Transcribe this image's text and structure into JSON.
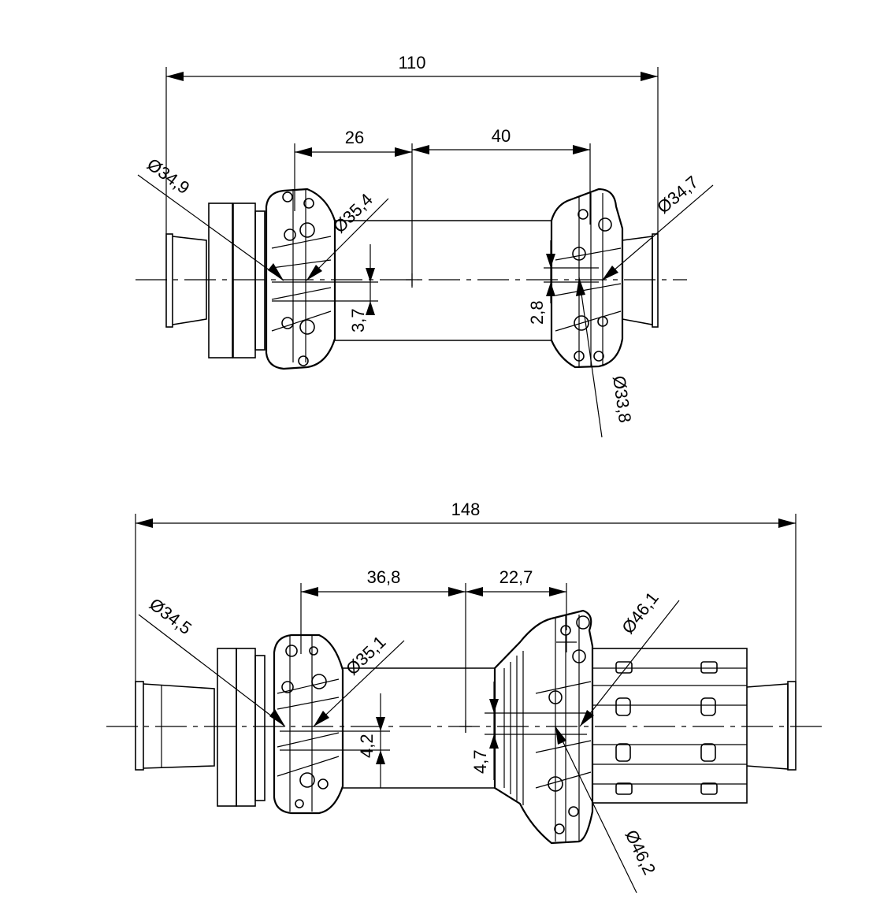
{
  "front_hub": {
    "overall": "110",
    "flange_left_offset": "26",
    "flange_right_offset": "40",
    "dia_left_end": "Ø34,9",
    "dia_left_flange": "Ø35,4",
    "dia_right_end": "Ø34,7",
    "dia_right_flange": "Ø33,8",
    "offset_left": "3,7",
    "offset_right": "2,8"
  },
  "rear_hub": {
    "overall": "148",
    "flange_left_offset": "36,8",
    "flange_right_offset": "22,7",
    "dia_left_end": "Ø34,5",
    "dia_left_flange": "Ø35,1",
    "dia_right_upper": "Ø46,1",
    "dia_right_lower": "Ø46,2",
    "offset_left": "4,2",
    "offset_right": "4,7"
  }
}
